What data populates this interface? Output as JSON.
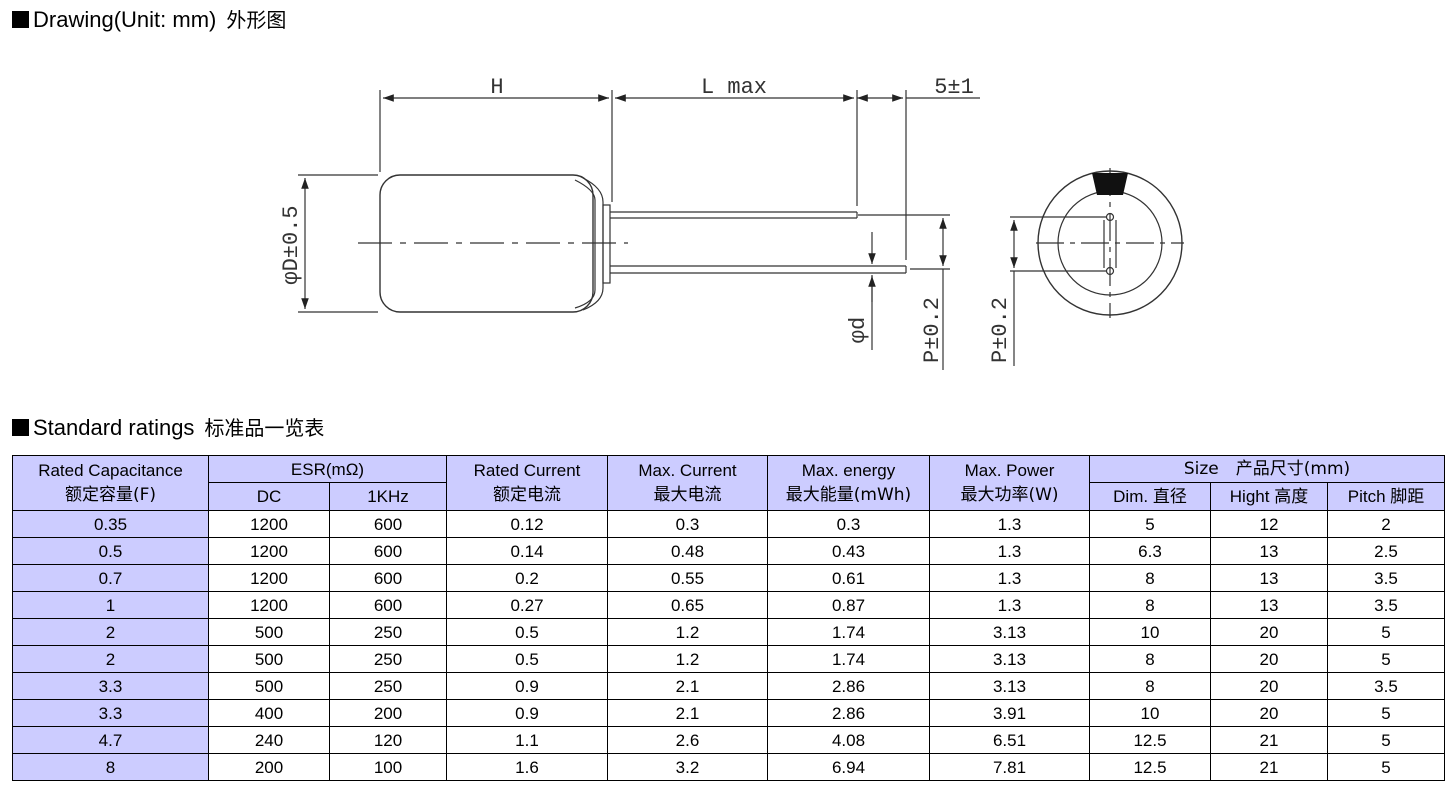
{
  "section_drawing": {
    "title": "Drawing(Unit: mm)",
    "title_cn": "外形图"
  },
  "drawing_labels": {
    "h": "H",
    "l_max": "L max",
    "lead_protrusion": "5±1",
    "diameter": "φD±0.5",
    "lead_diameter": "φd",
    "pitch_side": "P±0.2",
    "pitch_end": "P±0.2"
  },
  "section_ratings": {
    "title": "Standard ratings",
    "title_cn": "标准品一览表"
  },
  "table": {
    "header": {
      "capacitance": "Rated Capacitance",
      "capacitance_cn": "额定容量(F)",
      "esr": "ESR(mΩ)",
      "esr_dc": "DC",
      "esr_1khz": "1KHz",
      "current": "Rated Current",
      "current_cn": "额定电流",
      "max_current": "Max. Current",
      "max_current_cn": "最大电流",
      "max_energy": "Max. energy",
      "max_energy_cn": "最大能量(mWh)",
      "max_power": "Max. Power",
      "max_power_cn": "最大功率(W)",
      "size": "Size　产品尺寸(mm)",
      "dim": "Dim. 直径",
      "hight": "Hight  高度",
      "pitch": "Pitch  脚距"
    },
    "rows": [
      [
        "0.35",
        "1200",
        "600",
        "0.12",
        "0.3",
        "0.3",
        "1.3",
        "5",
        "12",
        "2"
      ],
      [
        "0.5",
        "1200",
        "600",
        "0.14",
        "0.48",
        "0.43",
        "1.3",
        "6.3",
        "13",
        "2.5"
      ],
      [
        "0.7",
        "1200",
        "600",
        "0.2",
        "0.55",
        "0.61",
        "1.3",
        "8",
        "13",
        "3.5"
      ],
      [
        "1",
        "1200",
        "600",
        "0.27",
        "0.65",
        "0.87",
        "1.3",
        "8",
        "13",
        "3.5"
      ],
      [
        "2",
        "500",
        "250",
        "0.5",
        "1.2",
        "1.74",
        "3.13",
        "10",
        "20",
        "5"
      ],
      [
        "2",
        "500",
        "250",
        "0.5",
        "1.2",
        "1.74",
        "3.13",
        "8",
        "20",
        "5"
      ],
      [
        "3.3",
        "500",
        "250",
        "0.9",
        "2.1",
        "2.86",
        "3.13",
        "8",
        "20",
        "3.5"
      ],
      [
        "3.3",
        "400",
        "200",
        "0.9",
        "2.1",
        "2.86",
        "3.91",
        "10",
        "20",
        "5"
      ],
      [
        "4.7",
        "240",
        "120",
        "1.1",
        "2.6",
        "4.08",
        "6.51",
        "12.5",
        "21",
        "5"
      ],
      [
        "8",
        "200",
        "100",
        "1.6",
        "3.2",
        "6.94",
        "7.81",
        "12.5",
        "21",
        "5"
      ]
    ]
  }
}
